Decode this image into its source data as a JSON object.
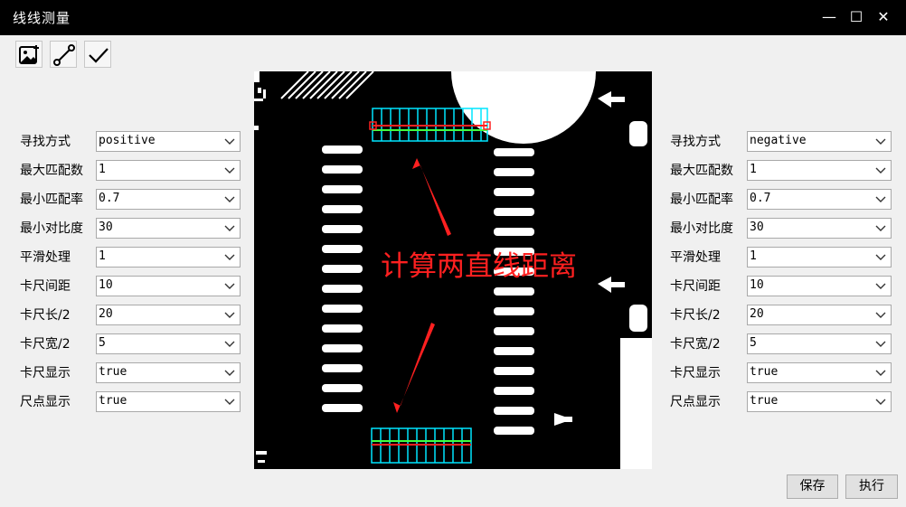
{
  "window": {
    "title": "线线测量",
    "minimize": "—",
    "maximize": "☐",
    "close": "✕"
  },
  "toolbar": {
    "icons": [
      "add-image-icon",
      "line-tool-icon",
      "checkmark-icon"
    ]
  },
  "annotation": {
    "text": "计算两直线距离",
    "color": "#ff2020"
  },
  "accent_colors": {
    "caliper": "#00e5ff",
    "line_red": "#ff2020",
    "line_green": "#40ff40"
  },
  "left_params": [
    {
      "label": "寻找方式",
      "value": "positive"
    },
    {
      "label": "最大匹配数",
      "value": "1"
    },
    {
      "label": "最小匹配率",
      "value": "0.7"
    },
    {
      "label": "最小对比度",
      "value": "30"
    },
    {
      "label": "平滑处理",
      "value": "1"
    },
    {
      "label": "卡尺间距",
      "value": "10"
    },
    {
      "label": "卡尺长/2",
      "value": "20"
    },
    {
      "label": "卡尺宽/2",
      "value": "5"
    },
    {
      "label": "卡尺显示",
      "value": "true"
    },
    {
      "label": "尺点显示",
      "value": "true"
    }
  ],
  "right_params": [
    {
      "label": "寻找方式",
      "value": "negative"
    },
    {
      "label": "最大匹配数",
      "value": "1"
    },
    {
      "label": "最小匹配率",
      "value": "0.7"
    },
    {
      "label": "最小对比度",
      "value": "30"
    },
    {
      "label": "平滑处理",
      "value": "1"
    },
    {
      "label": "卡尺间距",
      "value": "10"
    },
    {
      "label": "卡尺长/2",
      "value": "20"
    },
    {
      "label": "卡尺宽/2",
      "value": "5"
    },
    {
      "label": "卡尺显示",
      "value": "true"
    },
    {
      "label": "尺点显示",
      "value": "true"
    }
  ],
  "buttons": {
    "save": "保存",
    "run": "执行"
  }
}
